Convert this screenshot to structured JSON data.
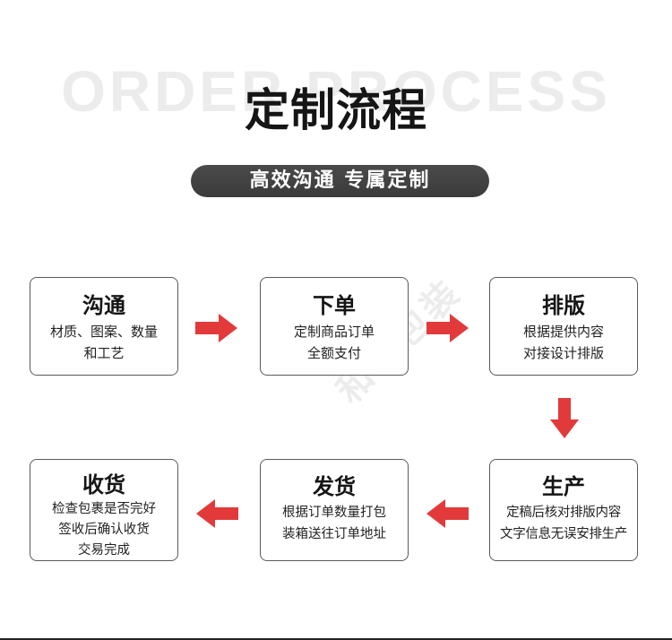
{
  "background_text": "ORDER PROCESS",
  "title": "定制流程",
  "subtitle": "高效沟通 专属定制",
  "watermark": "和诚包装",
  "colors": {
    "arrow": "#e23a3a",
    "pill": "#444444",
    "border": "#5a5a5a"
  },
  "steps": [
    {
      "title": "沟通",
      "lines": [
        "材质、图案、数量",
        "和工艺"
      ]
    },
    {
      "title": "下单",
      "lines": [
        "定制商品订单",
        "全额支付"
      ]
    },
    {
      "title": "排版",
      "lines": [
        "根据提供内容",
        "对接设计排版"
      ]
    },
    {
      "title": "生产",
      "lines": [
        "定稿后核对排版内容",
        "文字信息无误安排生产"
      ]
    },
    {
      "title": "发货",
      "lines": [
        "根据订单数量打包",
        "装箱送往订单地址"
      ]
    },
    {
      "title": "收货",
      "lines": [
        "检查包裹是否完好",
        "签收后确认收货",
        "交易完成"
      ]
    }
  ],
  "arrows": [
    "right-arrow-icon",
    "right-arrow-icon",
    "down-arrow-icon",
    "left-arrow-icon",
    "left-arrow-icon"
  ]
}
